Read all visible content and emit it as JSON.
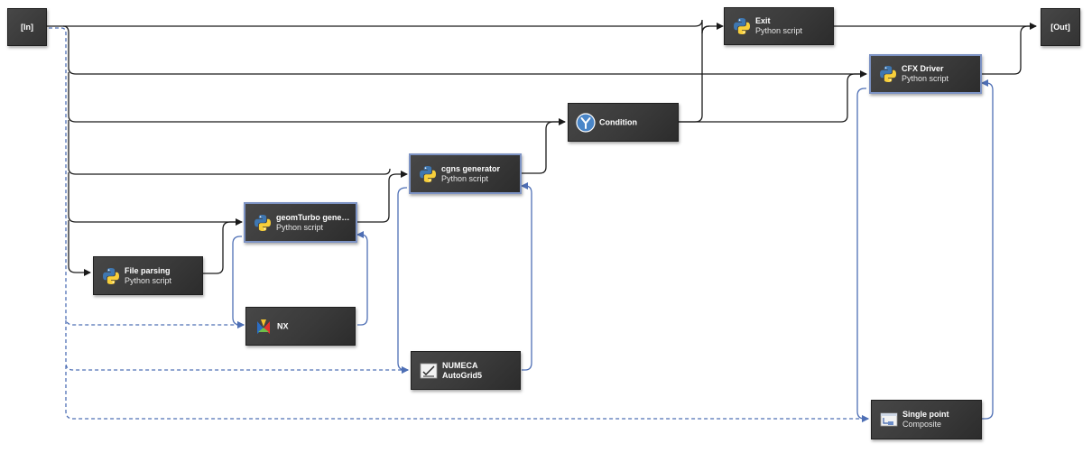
{
  "io": {
    "in_label": "[In]",
    "out_label": "[Out]"
  },
  "nodes": {
    "exit": {
      "title": "Exit",
      "subtitle": "Python script",
      "icon": "python-icon"
    },
    "cfx_driver": {
      "title": "CFX Driver",
      "subtitle": "Python script",
      "icon": "python-icon"
    },
    "condition": {
      "title": "Condition",
      "subtitle": "",
      "icon": "condition-fork-icon"
    },
    "cgns_generator": {
      "title": "cgns generator",
      "subtitle": "Python script",
      "icon": "python-icon"
    },
    "geomturbo": {
      "title": "geomTurbo gene…",
      "subtitle": "Python script",
      "icon": "python-icon"
    },
    "file_parsing": {
      "title": "File parsing",
      "subtitle": "Python script",
      "icon": "python-icon"
    },
    "nx": {
      "title": "NX",
      "subtitle": "",
      "icon": "nx-icon"
    },
    "numeca": {
      "title": "NUMECA",
      "subtitle": "AutoGrid5",
      "icon": "autogrid-icon"
    },
    "single_point": {
      "title": "Single point",
      "subtitle": "Composite",
      "icon": "composite-icon"
    }
  },
  "colors": {
    "canvas_bg": "#ffffff",
    "node_bg": "#3a3a3a",
    "selected_border": "#7d93c4",
    "data_wire": "#1a1a1a",
    "tool_wire": "#4e6fb5"
  }
}
